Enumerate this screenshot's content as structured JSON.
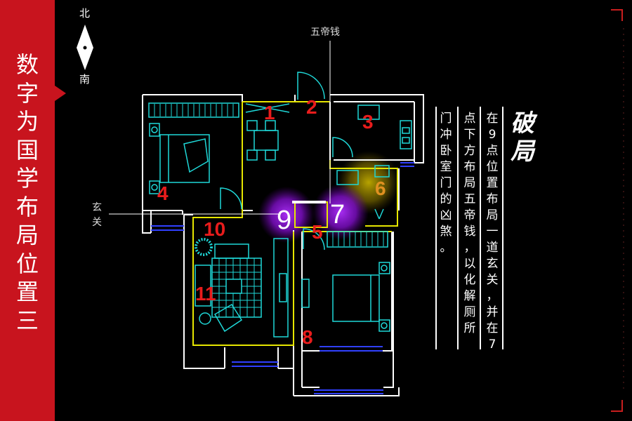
{
  "sidebar": {
    "title": "数字为国学布局位置三"
  },
  "compass": {
    "north": "北",
    "south": "南"
  },
  "labels": {
    "wudi": "五帝钱",
    "xuanguan": "玄关"
  },
  "rooms": [
    "1",
    "2",
    "3",
    "4",
    "5",
    "6",
    "7",
    "8",
    "9",
    "10",
    "11"
  ],
  "note": {
    "title": "破局",
    "col1": "在9点位置布局一道玄关，并在7",
    "col2": "点下方布局五帝钱，以化解厕所",
    "col3": "门冲卧室门的凶煞。"
  },
  "colors": {
    "sidebar": "#c8141e",
    "wall": "#ffffff",
    "cyan": "#1fd8d8",
    "yellow": "#e6e600",
    "red_num": "#e81c1c",
    "glow_purple": "#a020f0",
    "glow_yellow": "#d6c000"
  }
}
